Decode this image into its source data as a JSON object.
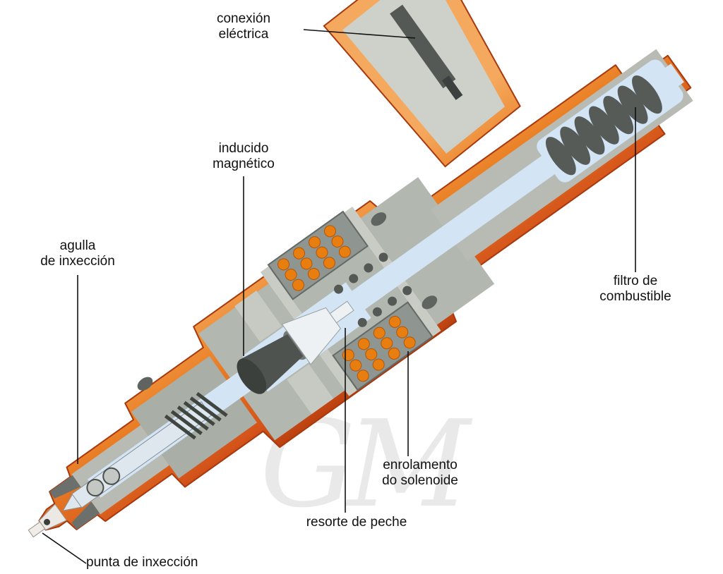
{
  "diagram": {
    "labels": {
      "electrical_connection": "conexión\neléctrica",
      "magnetic_armature": "inducido\nmagnético",
      "injection_needle": "agulla\nde inxección",
      "fuel_filter": "filtro de\ncombustible",
      "solenoid_winding": "enrolamento\ndo solenoide",
      "closing_spring": "resorte de peche",
      "injection_tip": "punta de inxección"
    },
    "watermark": "GM",
    "colors": {
      "body_orange_light": "#f5a95e",
      "body_orange": "#e87a22",
      "body_red_dark": "#a83208",
      "interior_gray": "#b2b7b0",
      "dark_gray": "#4f5451",
      "channel_blue": "#d3e4f4",
      "coil_dot_orange": "#e87d10",
      "label_text": "#111111",
      "background": "#ffffff"
    }
  }
}
